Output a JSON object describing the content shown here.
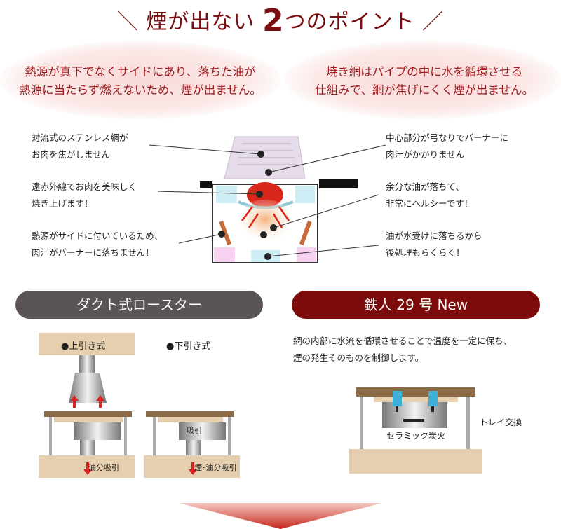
{
  "title": {
    "prefix": "＼ 煙が出ない",
    "number": "2",
    "suffix": "つのポイント ／"
  },
  "points": [
    {
      "lines": [
        "熱源が真下でなくサイドにあり、落ちた油が",
        "熱源に当たらず燃えないため、煙が出ません。"
      ]
    },
    {
      "lines": [
        "焼き網はパイプの中に水を循環させる",
        "仕組みで、網が焦げにくく煙が出ません。"
      ]
    }
  ],
  "callouts_left": [
    [
      "対流式のステンレス網が",
      "お肉を焦がしません"
    ],
    [
      "遠赤外線でお肉を美味しく",
      "焼き上げます！"
    ],
    [
      "熱源がサイドに付いているため、",
      "肉汁がバーナーに落ちません！"
    ]
  ],
  "callouts_right": [
    [
      "中心部分が弓なりでバーナーに",
      "肉汁がかかりません"
    ],
    [
      "余分な油が落ちて、",
      "非常にヘルシーです！"
    ],
    [
      "油が水受けに落ちるから",
      "後処理もらくらく！"
    ]
  ],
  "duct": {
    "heading": "ダクト式ロースター",
    "up_label": "●上引き式",
    "down_label": "●下引き式",
    "suction": "吸引",
    "oil_suction": "油分吸引",
    "smoke_oil_suction": "煙･油分吸引"
  },
  "tetsujin": {
    "heading": "鉄人 29 号 New",
    "desc": [
      "網の内部に水流を循環させることで温度を一定に保ち、",
      "煙の発生そのものを制御します。"
    ],
    "ceramic": "セラミック炭火",
    "tray": "トレイ交換"
  },
  "colors": {
    "accent": "#7a0f12",
    "gray_pill": "#5b5454",
    "red_pill": "#7d0b0b",
    "wood": "#8c6a45",
    "beige": "#e6cfae"
  }
}
